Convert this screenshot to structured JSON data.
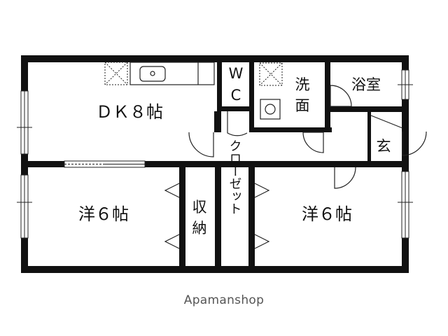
{
  "rooms": {
    "dk": "ＤＫ８帖",
    "wc_top": "W",
    "wc_bottom": "C",
    "washroom_top": "洗",
    "washroom_bottom": "面",
    "bathroom": "浴室",
    "entrance": "玄",
    "western_left": "洋６帖",
    "storage_top": "収",
    "storage_bottom": "納",
    "closet": "クローゼット",
    "western_right": "洋６帖"
  },
  "watermark": "Apamanshop",
  "colors": {
    "wall": "#111111",
    "line": "#222222",
    "background": "#ffffff",
    "watermark": "#555555"
  }
}
